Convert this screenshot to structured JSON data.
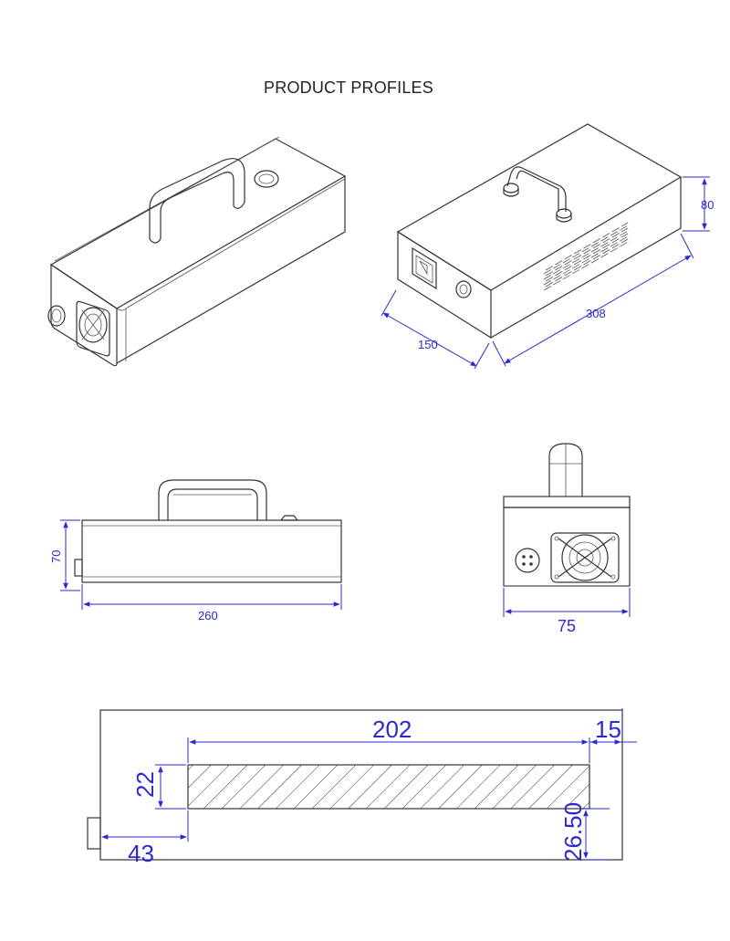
{
  "title": "PRODUCT PROFILES",
  "dimensions": {
    "iso_height": "80",
    "iso_length": "308",
    "iso_width": "150",
    "side_height": "70",
    "side_length": "260",
    "front_width": "75",
    "section_length": "202",
    "section_right_offset": "15",
    "section_band_height": "22",
    "section_left_offset": "43",
    "section_bottom_offset": "26.50"
  },
  "colors": {
    "outline": "#333333",
    "dimension": "#2a2ad0"
  }
}
